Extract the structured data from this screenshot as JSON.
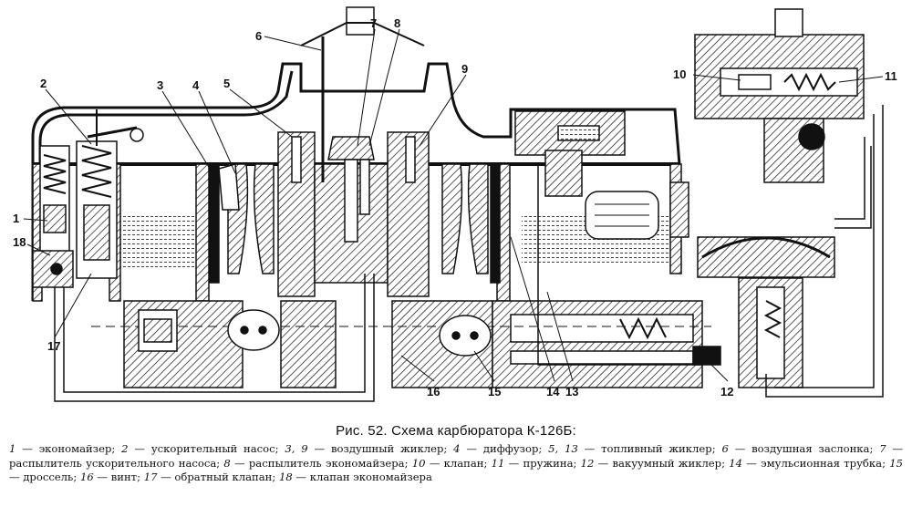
{
  "figure": {
    "title": "Рис. 52. Схема карбюратора К-126Б:",
    "legend": [
      {
        "num": "1",
        "text": "экономайзер"
      },
      {
        "num": "2",
        "text": "ускорительный насос"
      },
      {
        "num": "3, 9",
        "text": "воздушный жиклер"
      },
      {
        "num": "4",
        "text": "диффузор"
      },
      {
        "num": "5, 13",
        "text": "топливный жиклер"
      },
      {
        "num": "6",
        "text": "воздушная заслонка"
      },
      {
        "num": "7",
        "text": "распылитель ускорительного насоса"
      },
      {
        "num": "8",
        "text": "распылитель экономайзера"
      },
      {
        "num": "10",
        "text": "клапан"
      },
      {
        "num": "11",
        "text": "пружина"
      },
      {
        "num": "12",
        "text": "вакуумный жиклер"
      },
      {
        "num": "14",
        "text": "эмульсионная трубка"
      },
      {
        "num": "15",
        "text": "дроссель"
      },
      {
        "num": "16",
        "text": "винт"
      },
      {
        "num": "17",
        "text": "обратный клапан"
      },
      {
        "num": "18",
        "text": "клапан экономайзера"
      }
    ]
  },
  "callouts": [
    "1",
    "2",
    "3",
    "4",
    "5",
    "6",
    "7",
    "8",
    "9",
    "10",
    "11",
    "12",
    "13",
    "14",
    "15",
    "16",
    "17",
    "18"
  ],
  "colors": {
    "ink": "#111111",
    "fuel": "#111111",
    "background": "#ffffff"
  }
}
